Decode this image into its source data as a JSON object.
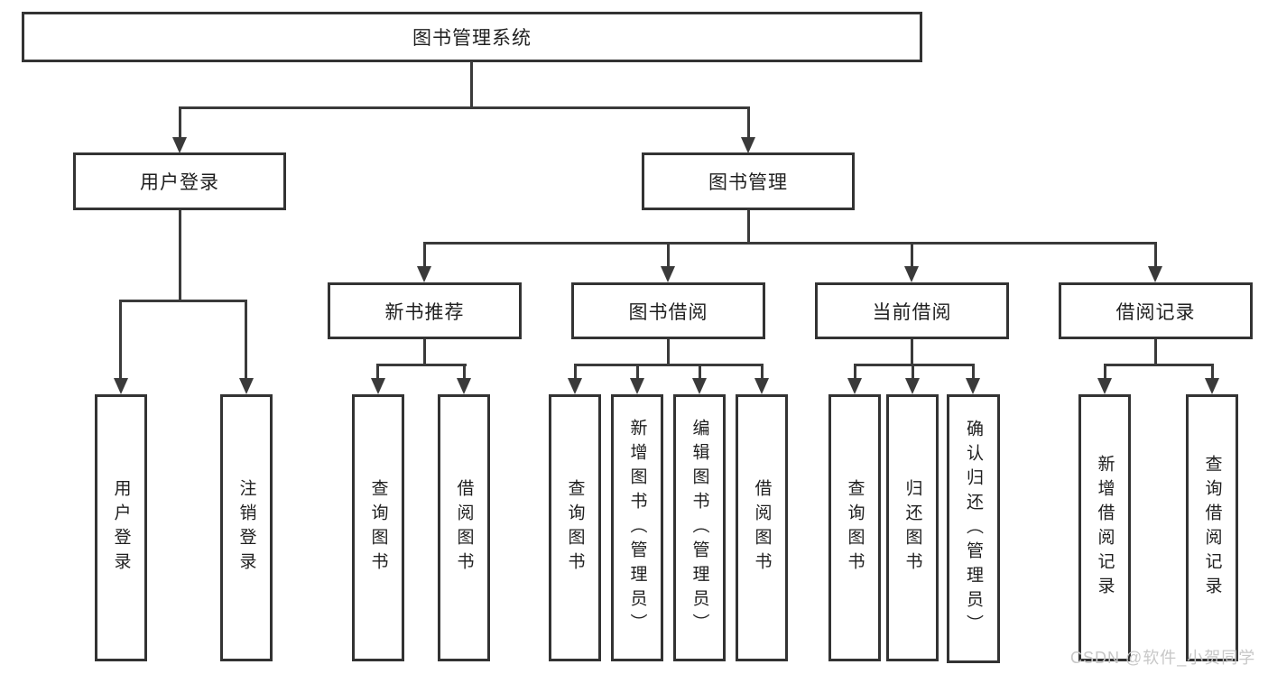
{
  "tree": {
    "label": "图书管理系统",
    "children": [
      {
        "label": "用户登录",
        "children": [
          {
            "label": "用户登录"
          },
          {
            "label": "注销登录"
          }
        ]
      },
      {
        "label": "图书管理",
        "children": [
          {
            "label": "新书推荐",
            "children": [
              {
                "label": "查询图书"
              },
              {
                "label": "借阅图书"
              }
            ]
          },
          {
            "label": "图书借阅",
            "children": [
              {
                "label": "查询图书"
              },
              {
                "label": "新增图书（管理员）"
              },
              {
                "label": "编辑图书（管理员）"
              },
              {
                "label": "借阅图书"
              }
            ]
          },
          {
            "label": "当前借阅",
            "children": [
              {
                "label": "查询图书"
              },
              {
                "label": "归还图书"
              },
              {
                "label": "确认归还（管理员）"
              }
            ]
          },
          {
            "label": "借阅记录",
            "children": [
              {
                "label": "新增借阅记录"
              },
              {
                "label": "查询借阅记录"
              }
            ]
          }
        ]
      }
    ]
  },
  "watermark": {
    "text": "CSDN @软件_小贺同学"
  },
  "colors": {
    "line": "#3a3a3a",
    "border": "#333333",
    "text": "#1f1f1f",
    "watermark": "#c7c7c7",
    "bg": "#ffffff"
  }
}
